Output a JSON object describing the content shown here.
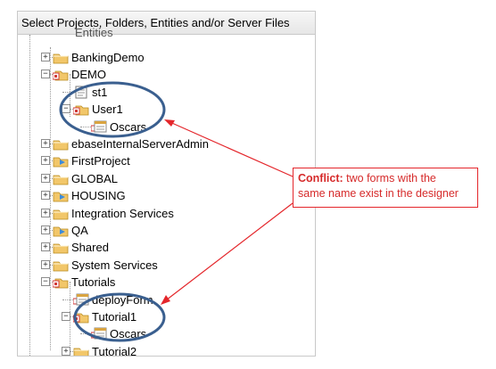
{
  "panel": {
    "title": "Select Projects, Folders, Entities and/or Server Files"
  },
  "tree": {
    "top_partial": "Entities",
    "items": [
      {
        "label": "BankingDemo",
        "icon": "folder-icon",
        "expander": "+"
      },
      {
        "label": "DEMO",
        "icon": "project-folder-icon",
        "expander": "-"
      },
      {
        "label": "st1",
        "icon": "document-icon",
        "expander": ""
      },
      {
        "label": "User1",
        "icon": "project-folder-icon",
        "expander": "-"
      },
      {
        "label": "Oscars",
        "icon": "form-icon",
        "expander": ""
      },
      {
        "label": "ebaseInternalServerAdmin",
        "icon": "folder-icon",
        "expander": "+"
      },
      {
        "label": "FirstProject",
        "icon": "blue-folder-icon",
        "expander": "+"
      },
      {
        "label": "GLOBAL",
        "icon": "folder-icon",
        "expander": "+"
      },
      {
        "label": "HOUSING",
        "icon": "blue-folder-icon",
        "expander": "+"
      },
      {
        "label": "Integration Services",
        "icon": "folder-icon",
        "expander": "+"
      },
      {
        "label": "QA",
        "icon": "blue-folder-icon",
        "expander": "+"
      },
      {
        "label": "Shared",
        "icon": "folder-icon",
        "expander": "+"
      },
      {
        "label": "System Services",
        "icon": "folder-icon",
        "expander": "+"
      },
      {
        "label": "Tutorials",
        "icon": "project-folder-icon",
        "expander": "-"
      },
      {
        "label": "deployForm",
        "icon": "form-icon",
        "expander": ""
      },
      {
        "label": "Tutorial1",
        "icon": "project-folder-icon",
        "expander": "-"
      },
      {
        "label": "Oscars",
        "icon": "form-icon",
        "expander": ""
      },
      {
        "label": "Tutorial2",
        "icon": "folder-icon",
        "expander": "+"
      }
    ]
  },
  "annotation": {
    "bold": "Conflict:",
    "text_line1": " two forms with the",
    "text_line2": "same name exist in the designer"
  },
  "colors": {
    "accent": "#e4262b",
    "highlight_ring": "#3a5f8f",
    "folder": "#f2c76a",
    "blue_folder": "#3d8bd9"
  }
}
